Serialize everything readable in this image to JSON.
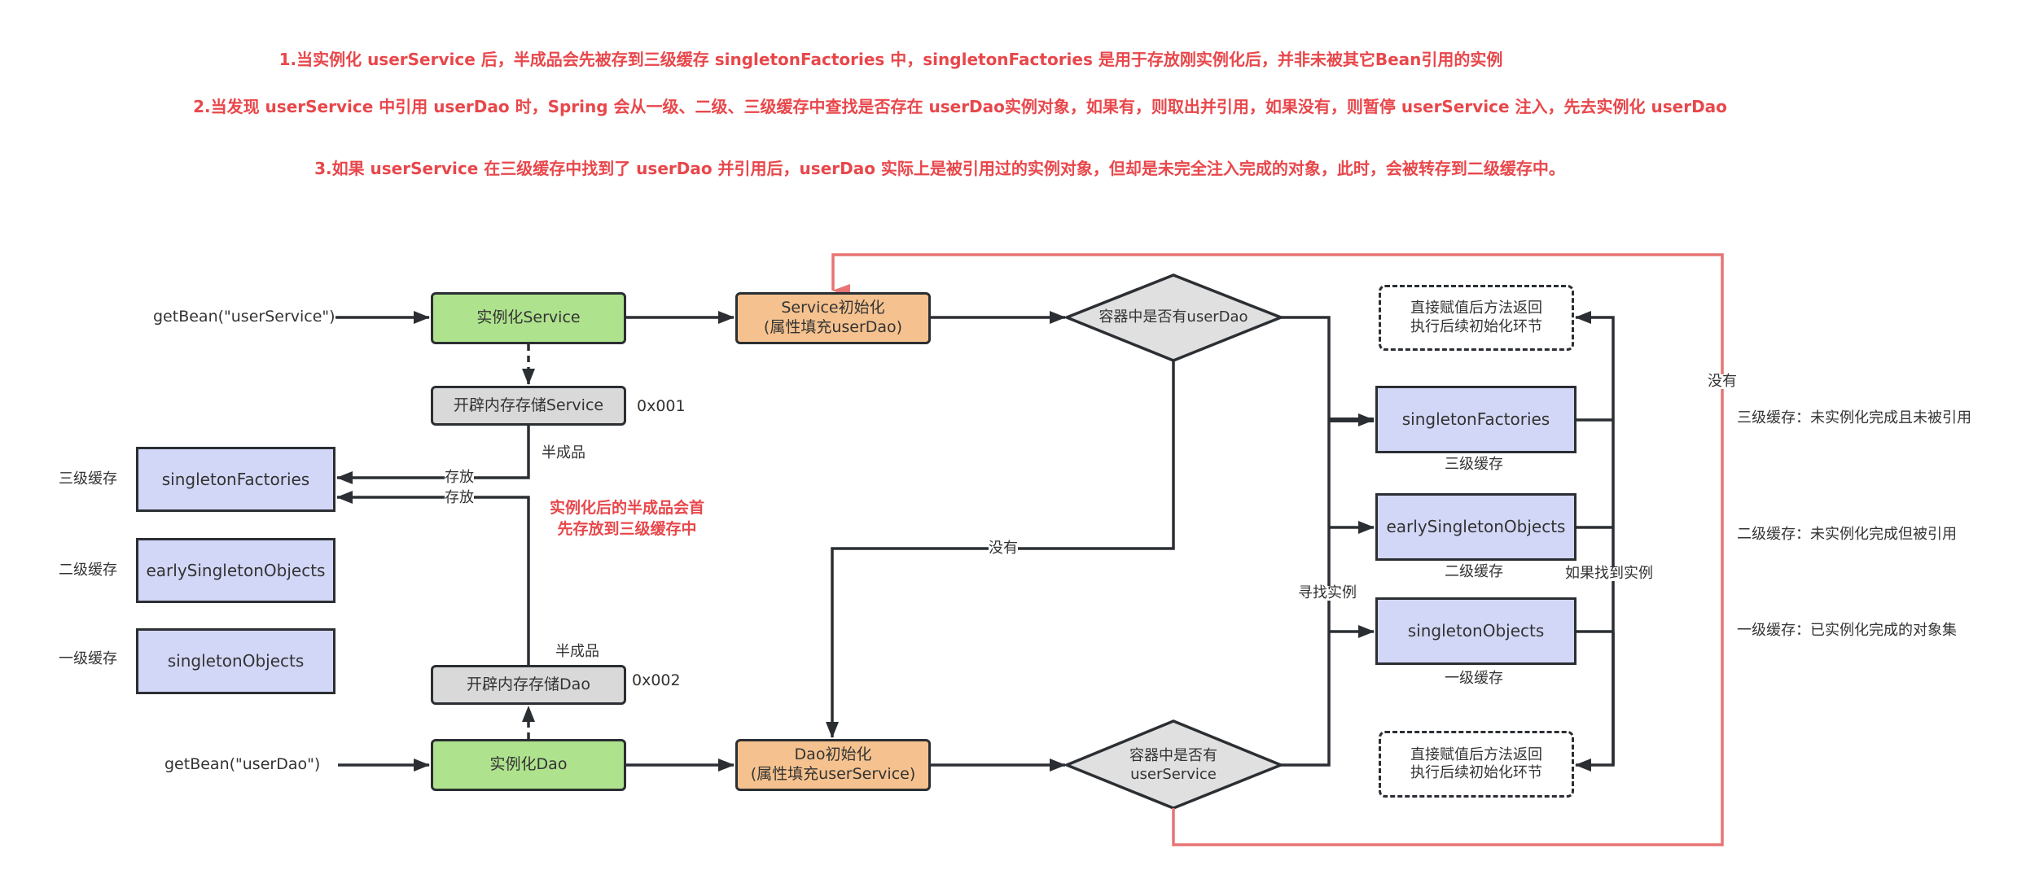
{
  "notes": [
    "1.当实例化 userService 后，半成品会先被存到三级缓存 singletonFactories 中，singletonFactories 是用于存放刚实例化后，并非未被其它Bean引用的实例",
    "2.当发现 userService 中引用 userDao 时，Spring 会从一级、二级、三级缓存中查找是否存在 userDao实例对象，如果有，则取出并引用，如果没有，则暂停 userService 注入，先去实例化 userDao",
    "3.如果 userService 在三级缓存中找到了 userDao 并引用后，userDao 实际上是被引用过的实例对象，但却是未完全注入完成的对象，此时，会被转存到二级缓存中。"
  ],
  "service_flow": {
    "entry": "getBean(\"userService\")",
    "instantiate": "实例化Service",
    "init_line1": "Service初始化",
    "init_line2": "(属性填充userDao)",
    "memory": "开辟内存存储Service",
    "address": "0x001",
    "semi_label": "半成品",
    "decision": "容器中是否有userDao"
  },
  "dao_flow": {
    "entry": "getBean(\"userDao\")",
    "instantiate": "实例化Dao",
    "init_line1": "Dao初始化",
    "init_line2": "(属性填充userService)",
    "memory": "开辟内存存储Dao",
    "address": "0x002",
    "semi_label": "半成品",
    "decision_line1": "容器中是否有",
    "decision_line2": "userService"
  },
  "left_caches": [
    {
      "level": "三级缓存",
      "name": "singletonFactories"
    },
    {
      "level": "二级缓存",
      "name": "earlySingletonObjects"
    },
    {
      "level": "一级缓存",
      "name": "singletonObjects"
    }
  ],
  "store_labels": [
    "存放",
    "存放"
  ],
  "store_note_line1": "实例化后的半成品会首",
  "store_note_line2": "先存放到三级缓存中",
  "right_caches": [
    {
      "name": "singletonFactories",
      "level": "三级缓存"
    },
    {
      "name": "earlySingletonObjects",
      "level": "二级缓存"
    },
    {
      "name": "singletonObjects",
      "level": "一级缓存"
    }
  ],
  "return_box": {
    "line1": "直接赋值后方法返回",
    "line2": "执行后续初始化环节"
  },
  "edge_labels": {
    "not_found_mid": "没有",
    "not_found_right": "没有",
    "search": "寻找实例",
    "found": "如果找到实例"
  },
  "legend": [
    "三级缓存：未实例化完成且未被引用",
    "二级缓存：未实例化完成但被引用",
    "一级缓存：已实例化完成的对象集"
  ],
  "colors": {
    "note_red": "#e8474b",
    "loop_red": "#e87474",
    "instantiate_green": "#aee28d",
    "init_orange": "#f5c28f",
    "memory_gray": "#d9d9d9",
    "cache_blue": "#d3d7f7",
    "decision_gray": "#e0e0e0",
    "stroke": "#2b2f33"
  }
}
